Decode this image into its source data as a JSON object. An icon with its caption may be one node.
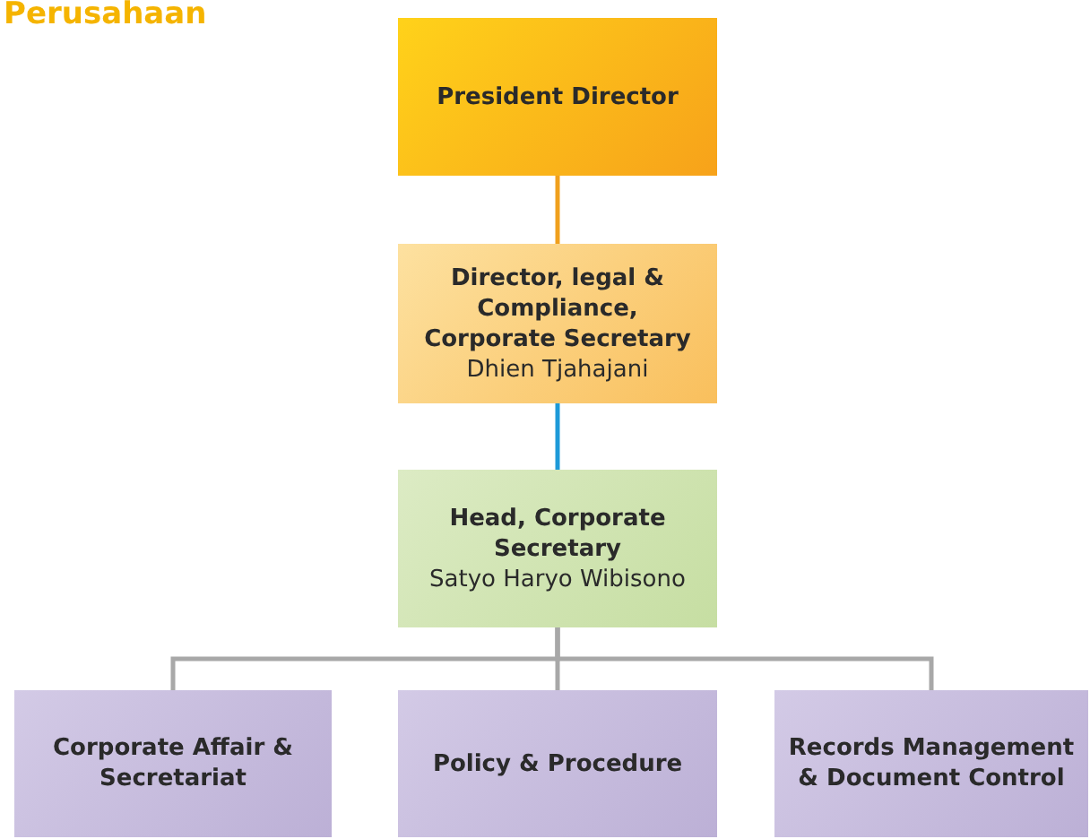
{
  "diagram": {
    "title": "Perusahaan",
    "nodes": [
      {
        "text": [
          "President Director"
        ]
      },
      {
        "text": [
          "Director, legal & Compliance, Corporate Secretary",
          "Dhien Tjahajani"
        ]
      },
      {
        "text": [
          "Head, Corporate Secretary",
          "Satyo Haryo Wibisono"
        ]
      },
      {
        "text": [
          "Corporate Affair & Secretariat"
        ]
      },
      {
        "text": [
          "Policy & Procedure"
        ]
      },
      {
        "text": [
          "Records Management & Document Control"
        ]
      }
    ],
    "edges": [
      {
        "from": 0,
        "to": 1,
        "arrow": "none",
        "color": "#f0a01e"
      },
      {
        "from": 1,
        "to": 2,
        "arrow": "none",
        "color": "#1e9ad8"
      },
      {
        "from": 2,
        "to": 3,
        "arrow": "none"
      },
      {
        "from": 2,
        "to": 4,
        "arrow": "none"
      },
      {
        "from": 2,
        "to": 5,
        "arrow": "none"
      }
    ]
  }
}
